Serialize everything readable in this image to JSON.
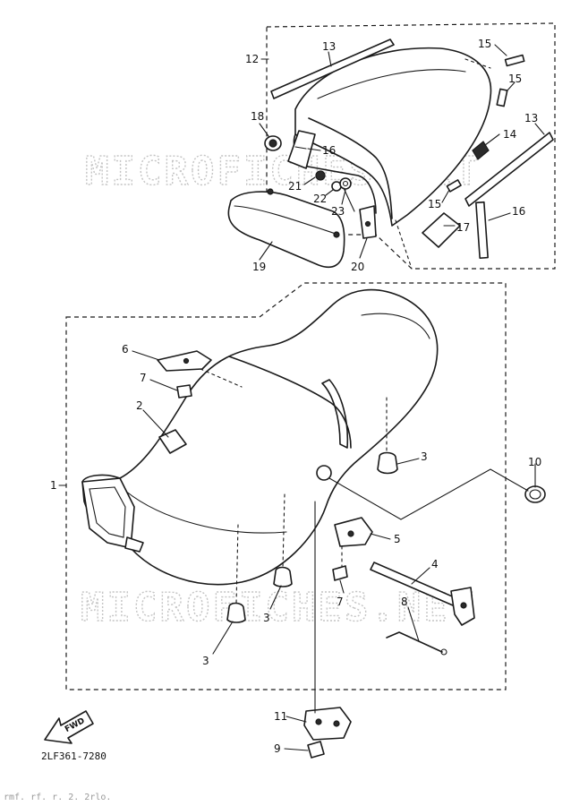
{
  "diagram": {
    "watermarks": [
      "MICROFICHES.NET",
      "MICROFICHES.NET"
    ],
    "drawing_code": "2LF361-7280",
    "front_arrow_label": "FWD",
    "footer_faint_text": "rmf. rf. r. 2. 2rlo.",
    "callouts": [
      {
        "id": "1",
        "label": "1"
      },
      {
        "id": "2",
        "label": "2"
      },
      {
        "id": "3a",
        "label": "3"
      },
      {
        "id": "3b",
        "label": "3"
      },
      {
        "id": "3c",
        "label": "3"
      },
      {
        "id": "4",
        "label": "4"
      },
      {
        "id": "5",
        "label": "5"
      },
      {
        "id": "6",
        "label": "6"
      },
      {
        "id": "7a",
        "label": "7"
      },
      {
        "id": "7b",
        "label": "7"
      },
      {
        "id": "8",
        "label": "8"
      },
      {
        "id": "9",
        "label": "9"
      },
      {
        "id": "10",
        "label": "10"
      },
      {
        "id": "11",
        "label": "11"
      },
      {
        "id": "12",
        "label": "12"
      },
      {
        "id": "13a",
        "label": "13"
      },
      {
        "id": "13b",
        "label": "13"
      },
      {
        "id": "14",
        "label": "14"
      },
      {
        "id": "15a",
        "label": "15"
      },
      {
        "id": "15b",
        "label": "15"
      },
      {
        "id": "15c",
        "label": "15"
      },
      {
        "id": "16a",
        "label": "16"
      },
      {
        "id": "16b",
        "label": "16"
      },
      {
        "id": "17",
        "label": "17"
      },
      {
        "id": "18",
        "label": "18"
      },
      {
        "id": "19",
        "label": "19"
      },
      {
        "id": "20",
        "label": "20"
      },
      {
        "id": "21",
        "label": "21"
      },
      {
        "id": "22",
        "label": "22"
      },
      {
        "id": "23",
        "label": "23"
      }
    ]
  }
}
